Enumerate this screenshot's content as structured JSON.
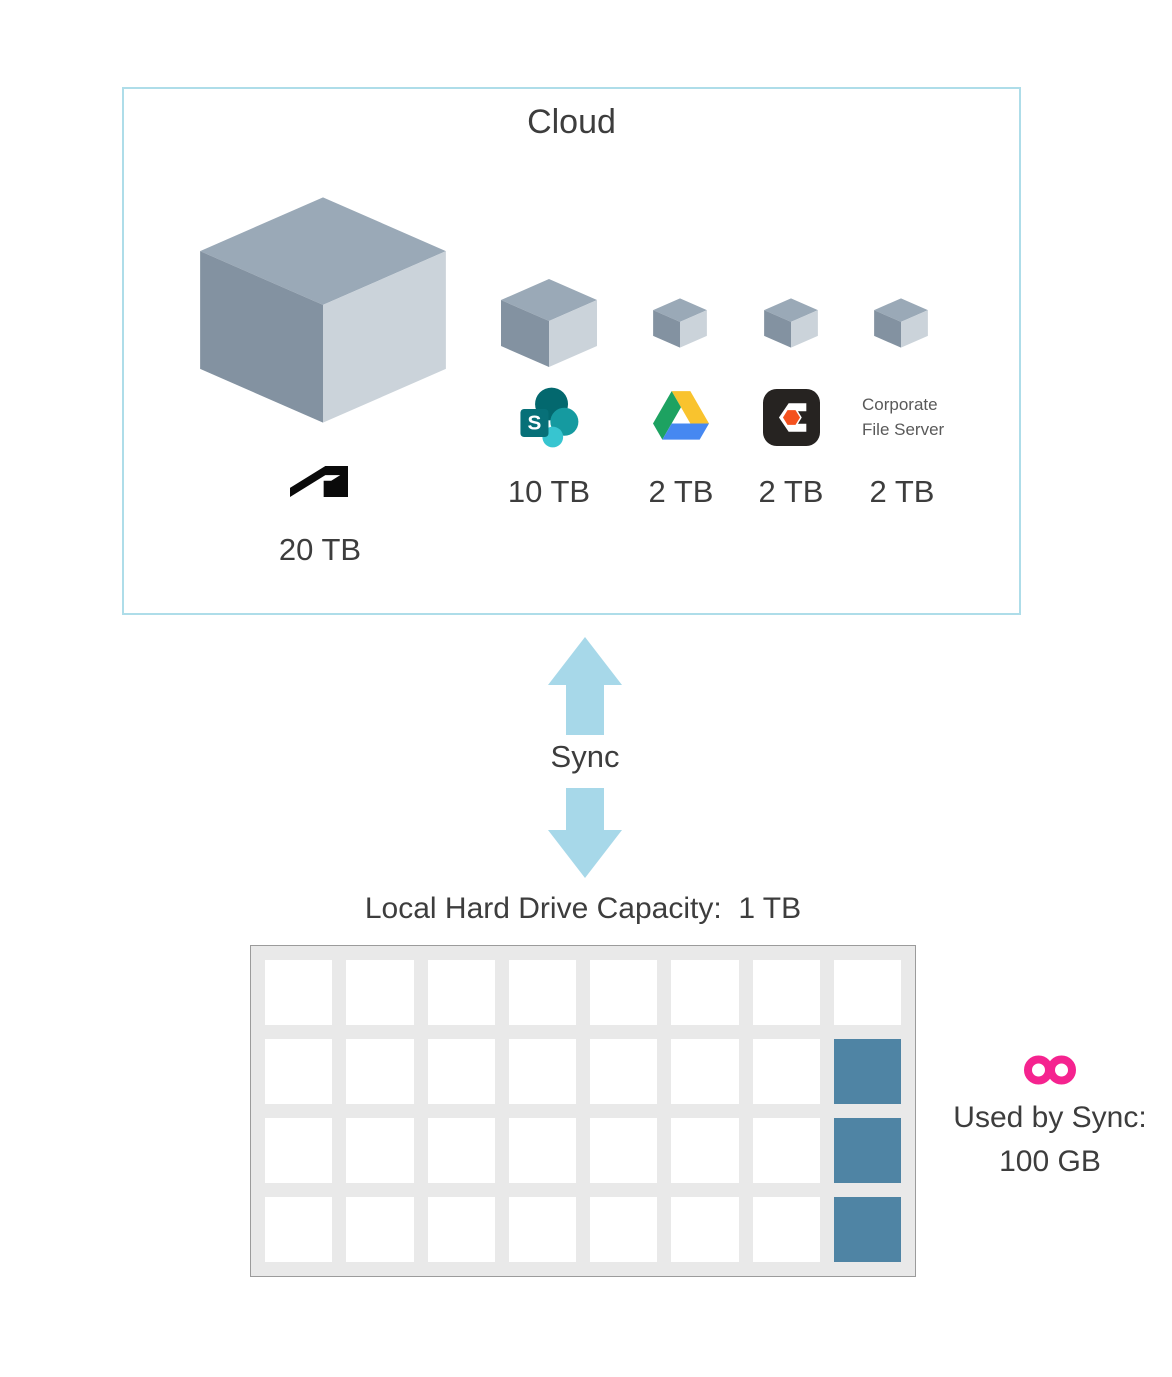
{
  "cloud": {
    "title": "Cloud",
    "items": [
      {
        "icon": "autodesk-icon",
        "capacity": "20 TB"
      },
      {
        "icon": "sharepoint-icon",
        "capacity": "10 TB"
      },
      {
        "icon": "google-drive-icon",
        "capacity": "2 TB"
      },
      {
        "icon": "procore-icon",
        "capacity": "2 TB"
      },
      {
        "icon": "none",
        "icon_label": "Corporate File Server",
        "capacity": "2 TB"
      }
    ]
  },
  "sync": {
    "label": "Sync"
  },
  "local": {
    "title": "Local Hard Drive Capacity:  1 TB",
    "grid": {
      "columns": 8,
      "rows": 4,
      "total_cells": 32,
      "used_cells": [
        [
          1,
          7
        ],
        [
          2,
          7
        ],
        [
          3,
          7
        ]
      ]
    },
    "legend": {
      "icon": "infinity-icon",
      "line1": "Used by Sync:",
      "line2": "100 GB"
    }
  },
  "colors": {
    "cloud_border": "#aedde9",
    "arrow": "#a7d8e9",
    "used_cell": "#4f84a4",
    "infinity": "#f5238f",
    "text": "#3d3d3d",
    "grid_bg": "#e9e9e9",
    "grid_border": "#9b9b9b",
    "cube_top": "#9aa9b7",
    "cube_left": "#8392a1",
    "cube_right": "#cbd3da",
    "corp_text": "#595959",
    "sharepoint_dark": "#03686e",
    "sharepoint_mid": "#159aa0",
    "sharepoint_light": "#37c5d0",
    "drive_green": "#1da261",
    "drive_yellow": "#f9c32e",
    "drive_blue": "#4688f1",
    "procore_dark": "#262321",
    "procore_orange": "#f4511e",
    "autodesk_black": "#0a0a0a"
  }
}
